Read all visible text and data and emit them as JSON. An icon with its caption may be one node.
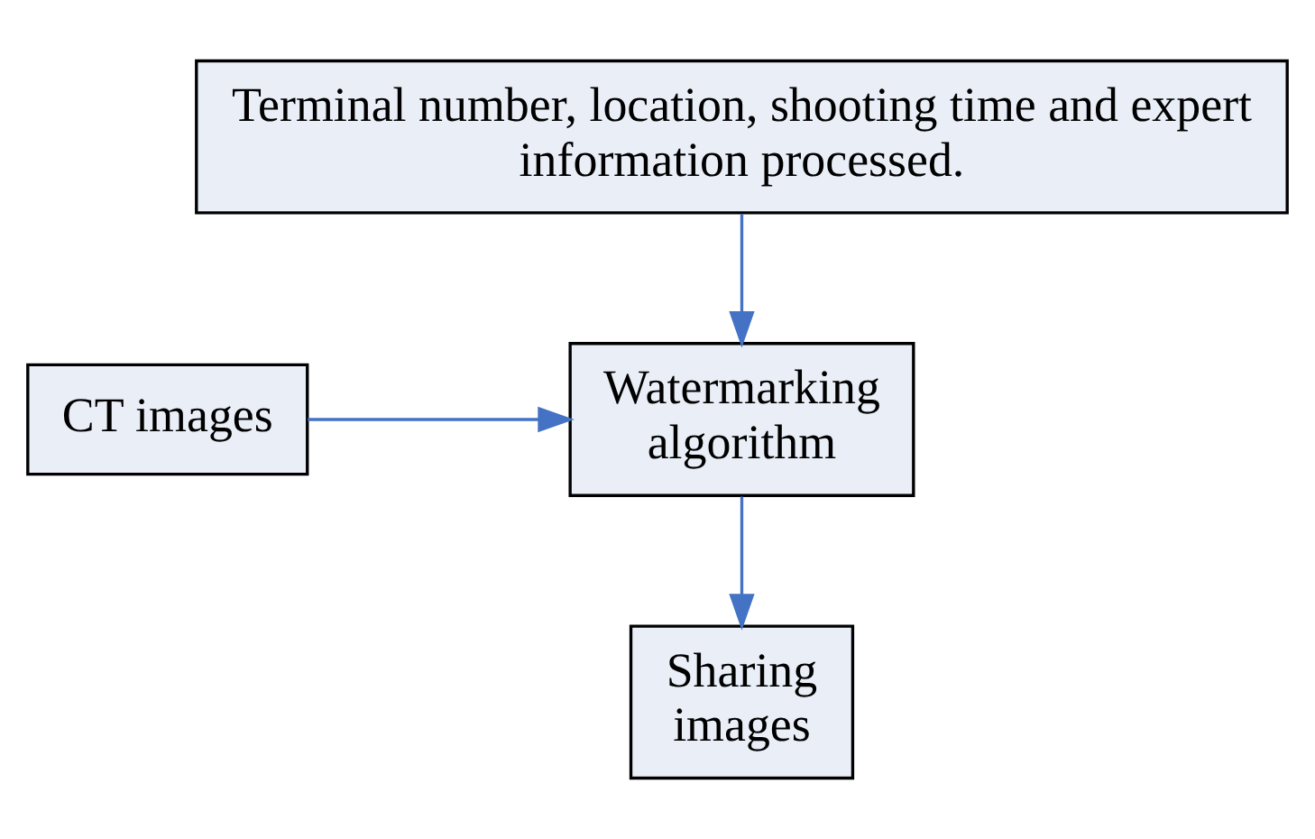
{
  "diagram": {
    "nodes": [
      {
        "text": [
          "Terminal number, location, shooting time and expert information processed."
        ]
      },
      {
        "text": [
          "CT images"
        ]
      },
      {
        "text": [
          "Watermarking algorithm"
        ]
      },
      {
        "text": [
          "Sharing images"
        ]
      }
    ],
    "edges": [
      {
        "from": 0,
        "to": 2,
        "arrow": "to"
      },
      {
        "from": 1,
        "to": 2,
        "arrow": "to"
      },
      {
        "from": 2,
        "to": 3,
        "arrow": "to"
      }
    ]
  }
}
